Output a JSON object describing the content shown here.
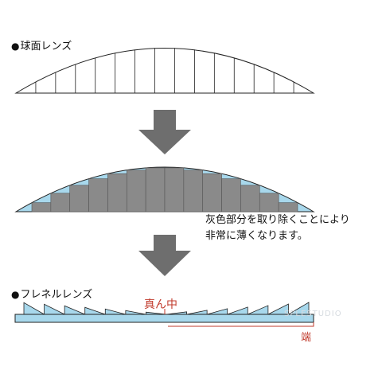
{
  "labels": {
    "spherical_lens": "球面レンズ",
    "fresnel_lens": "フレネルレンズ",
    "bullet": "●"
  },
  "caption": {
    "line1": "灰色部分を取り除くことにより",
    "line2": "非常に薄くなります。"
  },
  "annotations": {
    "center": "真ん中",
    "edge": "端"
  },
  "watermark": "SPLESTUDIO",
  "colors": {
    "lens_fill": "#a8d8ec",
    "gray_block": "#8a8a8a",
    "arrow": "#6e6e6e",
    "outline": "#222222",
    "accent_red": "#c0392b"
  }
}
